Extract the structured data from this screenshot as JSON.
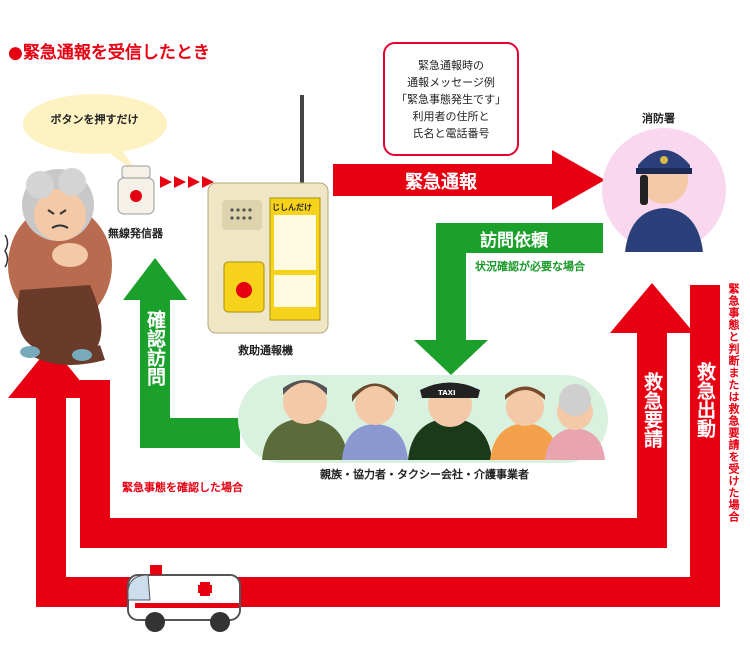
{
  "title": "●緊急通報を受信したとき",
  "message_box": {
    "text": "緊急通報時の\n通報メッセージ例\n「緊急事態発生です」\n利用者の住所と\n氏名と電話番号"
  },
  "bubble": "ボタンを押すだけ",
  "device_label": "無線発信器",
  "unit_label": "救助通報機",
  "unit_brand": "じしんだけ",
  "fire_label": "消防署",
  "group_label": "親族・協力者・タクシー会社・介護事業者",
  "taxi_sign": "TAXI",
  "arrows": {
    "emergency_call": "緊急通報",
    "visit_request": "訪問依頼",
    "visit_note": "状況確認が必要な場合",
    "confirm_visit": "確認訪問",
    "rescue_request": "救急要請",
    "rescue_dispatch": "救急出動",
    "confirmed_note": "緊急事態を確認した場合",
    "judged_note": "緊急事態と判断または救急要請を受けた場合"
  },
  "colors": {
    "red": "#e60012",
    "green": "#1a9a2a",
    "group_bg": "#d9f2df",
    "fire_bg": "#f9d7ef"
  }
}
